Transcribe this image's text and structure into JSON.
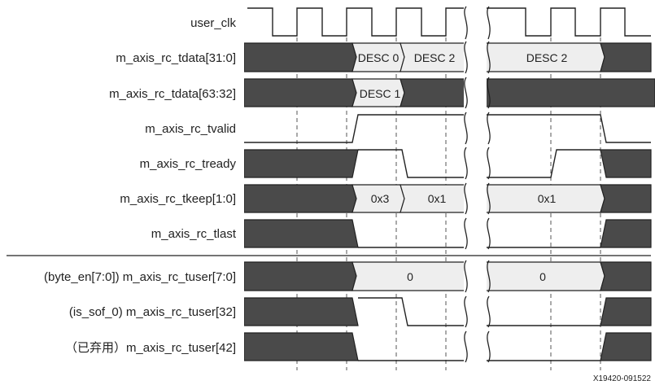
{
  "figure_id": "X19420-091522",
  "colors": {
    "dark_fill": "#4a4a4a",
    "light_fill": "#eeeeee",
    "line": "#222222",
    "dashed_line": "#555555"
  },
  "signals": [
    {
      "id": "user-clk",
      "label": "user_clk",
      "kind": "clock"
    },
    {
      "id": "tdata-lo",
      "label": "m_axis_rc_tdata[31:0]",
      "kind": "bus",
      "text_segments": [
        {
          "text": "DESC 0"
        },
        {
          "text": "DESC 2"
        },
        {
          "text": "DESC  2"
        }
      ]
    },
    {
      "id": "tdata-hi",
      "label": "m_axis_rc_tdata[63:32]",
      "kind": "bus",
      "text_segments": [
        {
          "text": "DESC  1"
        }
      ]
    },
    {
      "id": "tvalid",
      "label": "m_axis_rc_tvalid",
      "kind": "bit"
    },
    {
      "id": "tready",
      "label": "m_axis_rc_tready",
      "kind": "bit"
    },
    {
      "id": "tkeep",
      "label": "m_axis_rc_tkeep[1:0]",
      "kind": "bus",
      "text_segments": [
        {
          "text": "0x3"
        },
        {
          "text": "0x1"
        },
        {
          "text": "0x1"
        }
      ]
    },
    {
      "id": "tlast",
      "label": "m_axis_rc_tlast",
      "kind": "bit"
    },
    {
      "id": "tuser-byte-en",
      "label": "(byte_en[7:0]) m_axis_rc_tuser[7:0]",
      "kind": "bus",
      "text_segments": [
        {
          "text": "0"
        },
        {
          "text": "0"
        }
      ]
    },
    {
      "id": "tuser-is-sof",
      "label": "(is_sof_0) m_axis_rc_tuser[32]",
      "kind": "bit"
    },
    {
      "id": "tuser-42",
      "label": "（已弃用）m_axis_rc_tuser[42]",
      "kind": "bit"
    }
  ]
}
